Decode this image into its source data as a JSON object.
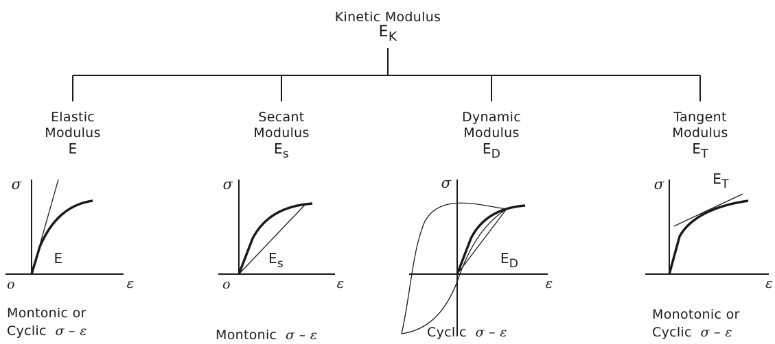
{
  "root": {
    "line1": "Kinetic Modulus",
    "symbol": "E",
    "sub": "K"
  },
  "branches": [
    {
      "line1": "Elastic",
      "line2": "Modulus",
      "symbol": "E",
      "sub": "",
      "curve_label": "E",
      "curve_sub": "",
      "caption1": "Montonic or",
      "caption2": "Cyclic",
      "caption_math": "σ – ε"
    },
    {
      "line1": "Secant",
      "line2": "Modulus",
      "symbol": "E",
      "sub": "s",
      "curve_label": "E",
      "curve_sub": "s",
      "caption1": "",
      "caption2": "Montonic",
      "caption_math": "σ – ε"
    },
    {
      "line1": "Dynamic",
      "line2": "Modulus",
      "symbol": "E",
      "sub": "D",
      "curve_label": "E",
      "curve_sub": "D",
      "caption1": "",
      "caption2": "Cyclic",
      "caption_math": "σ – ε"
    },
    {
      "line1": "Tangent",
      "line2": "Modulus",
      "symbol": "E",
      "sub": "T",
      "curve_label": "E",
      "curve_sub": "T",
      "caption1": "Monotonic or",
      "caption2": "Cyclic",
      "caption_math": "σ – ε"
    }
  ],
  "axis": {
    "y": "σ",
    "x": "ε",
    "origin": "o"
  }
}
